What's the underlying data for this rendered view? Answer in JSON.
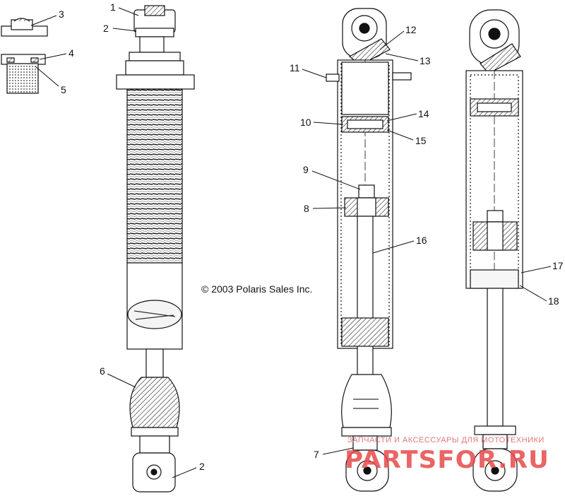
{
  "copyright": "© 2003 Polaris Sales Inc.",
  "callouts": {
    "c1": "1",
    "c2a": "2",
    "c3": "3",
    "c4": "4",
    "c5": "5",
    "c6": "6",
    "c2b": "2",
    "c7": "7",
    "c8": "8",
    "c9": "9",
    "c10": "10",
    "c11": "11",
    "c12": "12",
    "c13": "13",
    "c14": "14",
    "c15": "15",
    "c16": "16",
    "c17": "17",
    "c18": "18"
  },
  "watermark": {
    "tagline": "ЗАПЧАСТИ И АКСЕССУАРЫ ДЛЯ МОТОТЕХНИКИ",
    "brand": "PARTSFOR.RU"
  }
}
